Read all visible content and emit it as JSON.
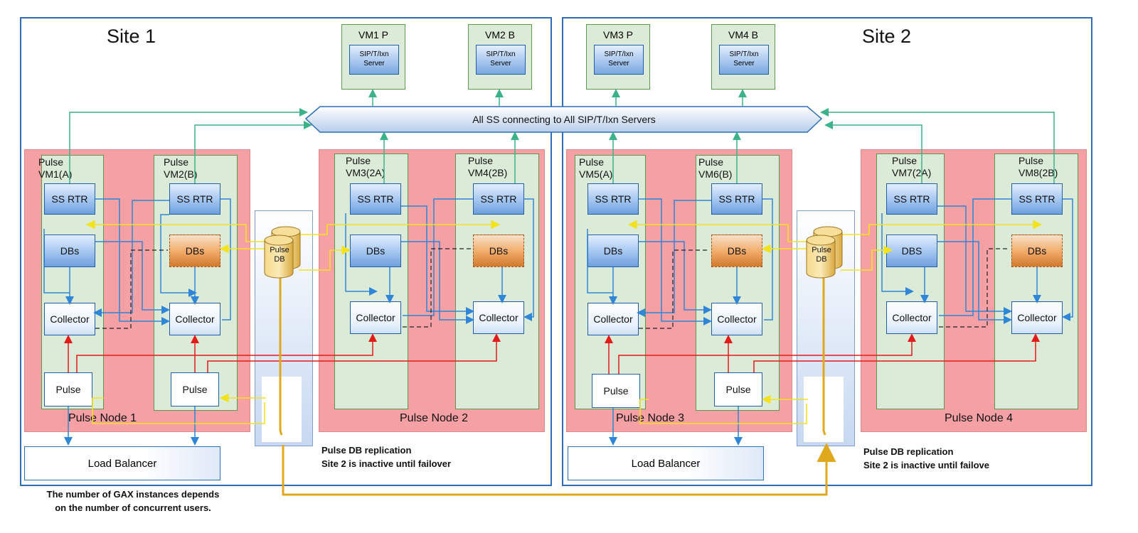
{
  "sites": {
    "site1": {
      "title": "Site 1"
    },
    "site2": {
      "title": "Site 2"
    }
  },
  "servers": [
    {
      "title": "VM1 P",
      "box": "SIP/T/Ixn Server"
    },
    {
      "title": "VM2 B",
      "box": "SIP/T/Ixn Server"
    },
    {
      "title": "VM3 P",
      "box": "SIP/T/Ixn Server"
    },
    {
      "title": "VM4 B",
      "box": "SIP/T/Ixn Server"
    }
  ],
  "band": {
    "label": "All SS connecting to All SIP/T/Ixn Servers"
  },
  "nodes": [
    {
      "label": "Pulse Node 1"
    },
    {
      "label": "Pulse Node 2"
    },
    {
      "label": "Pulse Node 3"
    },
    {
      "label": "Pulse Node 4"
    }
  ],
  "vms": [
    {
      "line1": "Pulse",
      "line2": "VM1(A)",
      "db": "DBs"
    },
    {
      "line1": "Pulse",
      "line2": "VM2(B)",
      "db": "DBs"
    },
    {
      "line1": "Pulse",
      "line2": "VM3(2A)",
      "db": "DBs"
    },
    {
      "line1": "Pulse",
      "line2": "VM4(2B)",
      "db": "DBs"
    },
    {
      "line1": "Pulse",
      "line2": "VM5(A)",
      "db": "DBs"
    },
    {
      "line1": "Pulse",
      "line2": "VM6(B)",
      "db": "DBs"
    },
    {
      "line1": "Pulse",
      "line2": "VM7(2A)",
      "db": "DBS"
    },
    {
      "line1": "Pulse",
      "line2": "VM8(2B)",
      "db": "DBs"
    }
  ],
  "components": {
    "ss_rtr": "SS RTR",
    "collector": "Collector",
    "pulse": "Pulse"
  },
  "pulse_db": {
    "line1": "Pulse",
    "line2": "DB"
  },
  "load_balancer": {
    "label": "Load Balancer"
  },
  "notes": {
    "site1_line1": "Pulse DB replication",
    "site1_line2": "Site 2 is inactive until failover",
    "site2_line1": "Pulse DB replication",
    "site2_line2": "Site 2 is inactive until failove",
    "gax_line1": "The number of GAX instances depends",
    "gax_line2": "on the number of concurrent users."
  },
  "colors": {
    "site_border": "#2e6fb7",
    "node_bg": "#f4a0a4",
    "vm_col": "#dcebd8",
    "green_arrow": "#3cb28a",
    "blue_arrow": "#2f86d6",
    "red_arrow": "#e31b1b",
    "yellow_line": "#f3e21c",
    "gold_line": "#e0a81c"
  }
}
